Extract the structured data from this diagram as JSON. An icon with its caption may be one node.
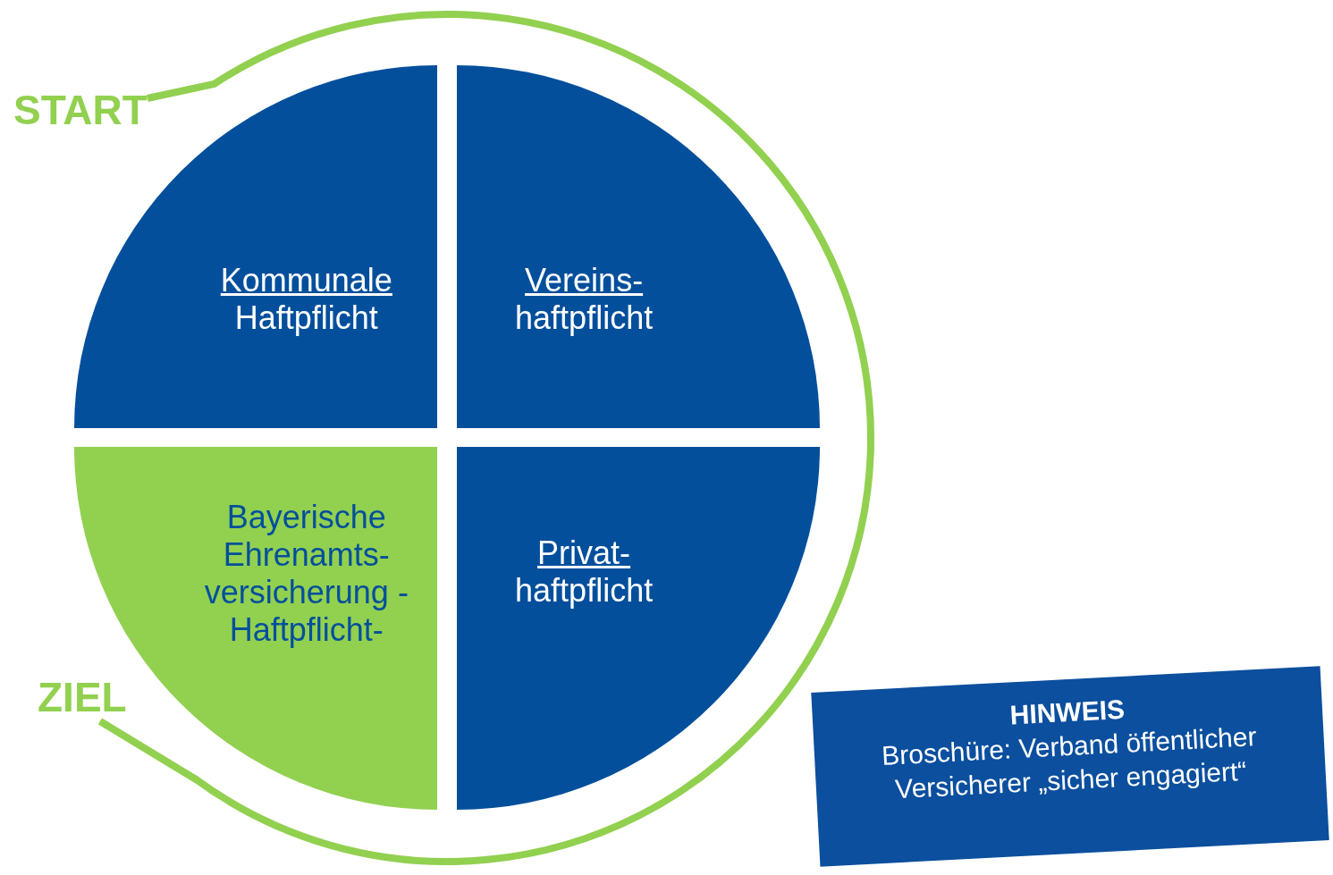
{
  "diagram": {
    "nodes": [
      {
        "text": [
          "START"
        ]
      },
      {
        "text": [
          "Kommunale",
          "Haftpflicht"
        ]
      },
      {
        "text": [
          "Vereins-",
          "haftpflicht"
        ]
      },
      {
        "text": [
          "Bayerische Ehrenamts- versicherung -Haftpflicht-"
        ]
      },
      {
        "text": [
          "Privat-",
          "haftpflicht"
        ]
      },
      {
        "text": [
          "ZIEL"
        ]
      },
      {
        "text": [
          "HINWEIS",
          "Broschüre: Verband öffentlicher Versicherer „sicher engagiert“"
        ]
      }
    ],
    "edges": [
      {
        "from": 0,
        "to": 5,
        "arrow": "to"
      }
    ]
  }
}
